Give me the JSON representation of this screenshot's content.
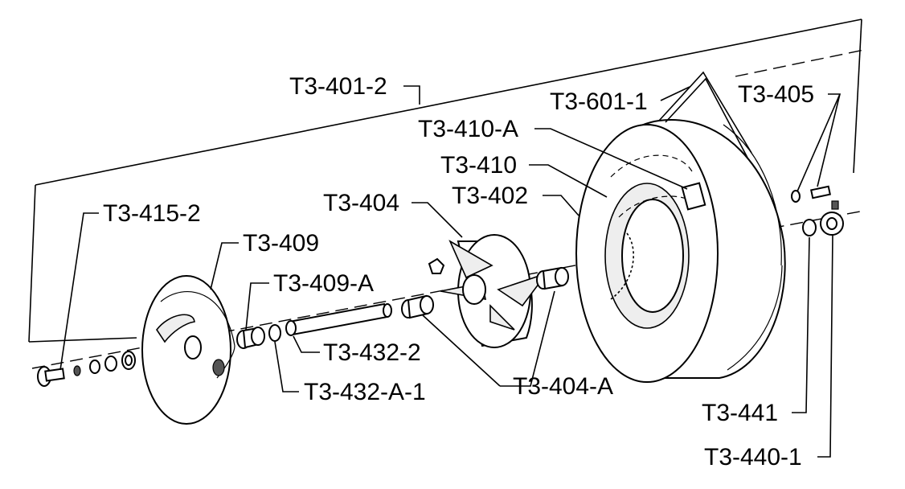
{
  "diagram": {
    "labels": {
      "t3_401_2": "T3-401-2",
      "t3_601_1": "T3-601-1",
      "t3_405": "T3-405",
      "t3_410_a": "T3-410-A",
      "t3_410": "T3-410",
      "t3_404": "T3-404",
      "t3_402": "T3-402",
      "t3_415_2": "T3-415-2",
      "t3_409": "T3-409",
      "t3_409_a": "T3-409-A",
      "t3_432_2": "T3-432-2",
      "t3_432_a_1": "T3-432-A-1",
      "t3_404_a": "T3-404-A",
      "t3_441": "T3-441",
      "t3_440_1": "T3-440-1"
    }
  }
}
